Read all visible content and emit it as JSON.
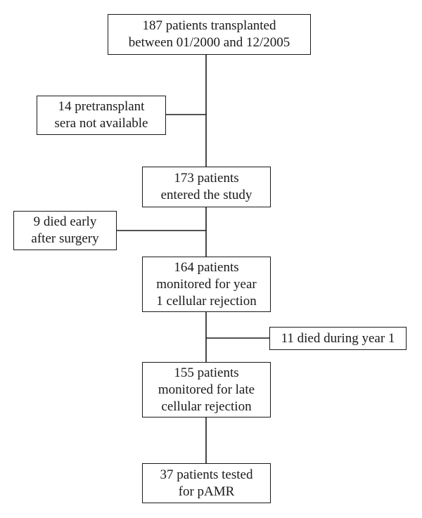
{
  "flowchart": {
    "box_start": {
      "lines": [
        "187 patients transplanted",
        "between 01/2000 and 12/2005"
      ]
    },
    "box_excl_sera": {
      "lines": [
        "14 pretransplant",
        "sera not available"
      ]
    },
    "box_entered": {
      "lines": [
        "173 patients",
        "entered the study"
      ]
    },
    "box_excl_early": {
      "lines": [
        "9 died early",
        "after surgery"
      ]
    },
    "box_monitored_y1": {
      "lines": [
        "164 patients",
        "monitored for year",
        "1 cellular rejection"
      ]
    },
    "box_excl_y1": {
      "lines": [
        "11 died during year 1"
      ]
    },
    "box_monitored_late": {
      "lines": [
        "155 patients",
        "monitored for late",
        "cellular rejection"
      ]
    },
    "box_tested": {
      "lines": [
        "37 patients tested",
        "for pAMR"
      ]
    }
  }
}
